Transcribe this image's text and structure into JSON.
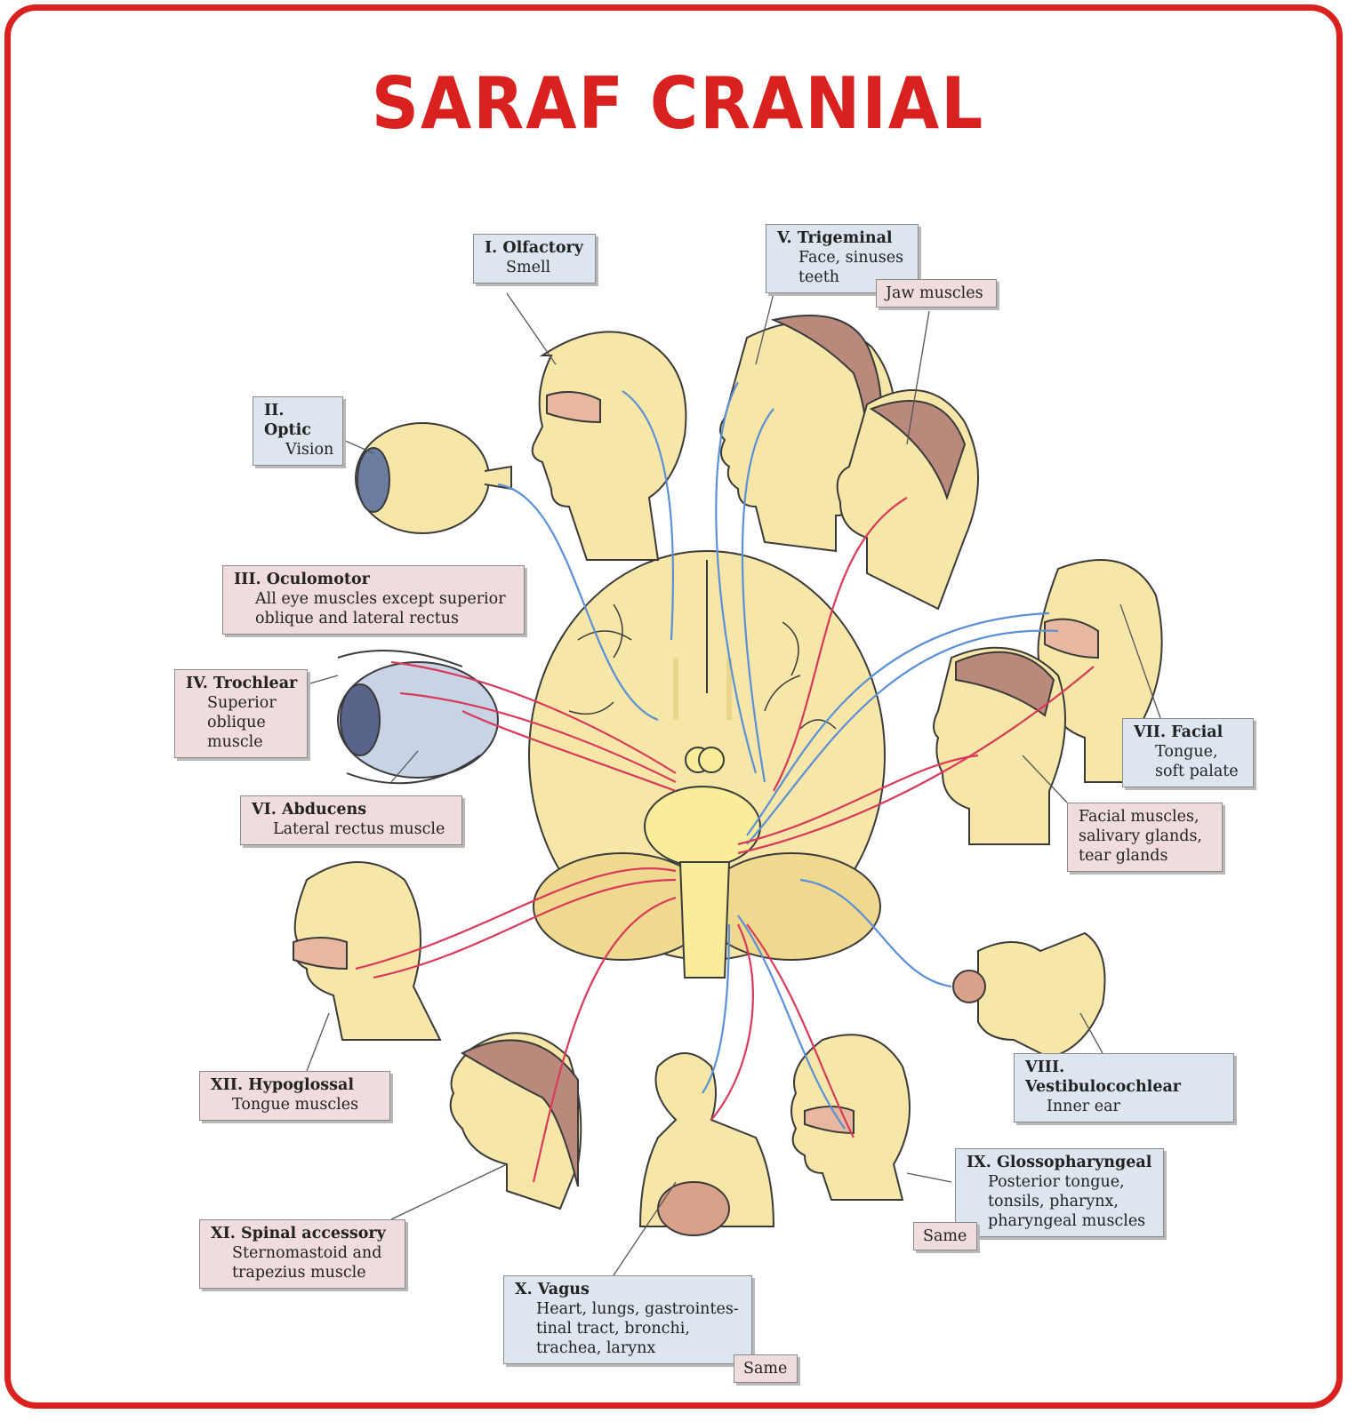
{
  "title": "SARAF CRANIAL",
  "colors": {
    "title": "#d9221f",
    "frame": "#d9221f",
    "sensory_label": "#dde6ee",
    "motor_label": "#f0dcdc",
    "sensory_nerve": "#5b8fd6",
    "motor_nerve": "#d83a5a",
    "tissue": "#f6e7a9"
  },
  "labels": {
    "olfactory": {
      "name": "I. Olfactory",
      "desc": "Smell"
    },
    "optic": {
      "name": "II. Optic",
      "desc": "Vision"
    },
    "oculomotor": {
      "name": "III. Oculomotor",
      "desc": "All eye muscles except superior\noblique and lateral rectus"
    },
    "trochlear": {
      "name": "IV. Trochlear",
      "desc": "Superior\noblique\nmuscle"
    },
    "trigeminal": {
      "name": "V. Trigeminal",
      "desc": "Face, sinuses\nteeth"
    },
    "trigeminal_motor": {
      "desc": "Jaw muscles"
    },
    "abducens": {
      "name": "VI. Abducens",
      "desc": "Lateral rectus muscle"
    },
    "facial": {
      "name": "VII. Facial",
      "desc": "Tongue,\nsoft palate"
    },
    "facial_motor": {
      "desc": "Facial muscles,\nsalivary glands,\ntear glands"
    },
    "vestibulocochlear": {
      "name": "VIII. Vestibulocochlear",
      "desc": "Inner ear"
    },
    "glossopharyngeal": {
      "name": "IX. Glossopharyngeal",
      "desc": "Posterior tongue,\ntonsils, pharynx,\npharyngeal muscles"
    },
    "glossopharyngeal_motor": {
      "desc": "Same"
    },
    "vagus": {
      "name": "X. Vagus",
      "desc": "Heart, lungs, gastrointes-\ntinal tract, bronchi,\ntrachea, larynx"
    },
    "vagus_motor": {
      "desc": "Same"
    },
    "spinal_accessory": {
      "name": "XI. Spinal accessory",
      "desc": "Sternomastoid and\ntrapezius muscle"
    },
    "hypoglossal": {
      "name": "XII. Hypoglossal",
      "desc": "Tongue muscles"
    }
  }
}
